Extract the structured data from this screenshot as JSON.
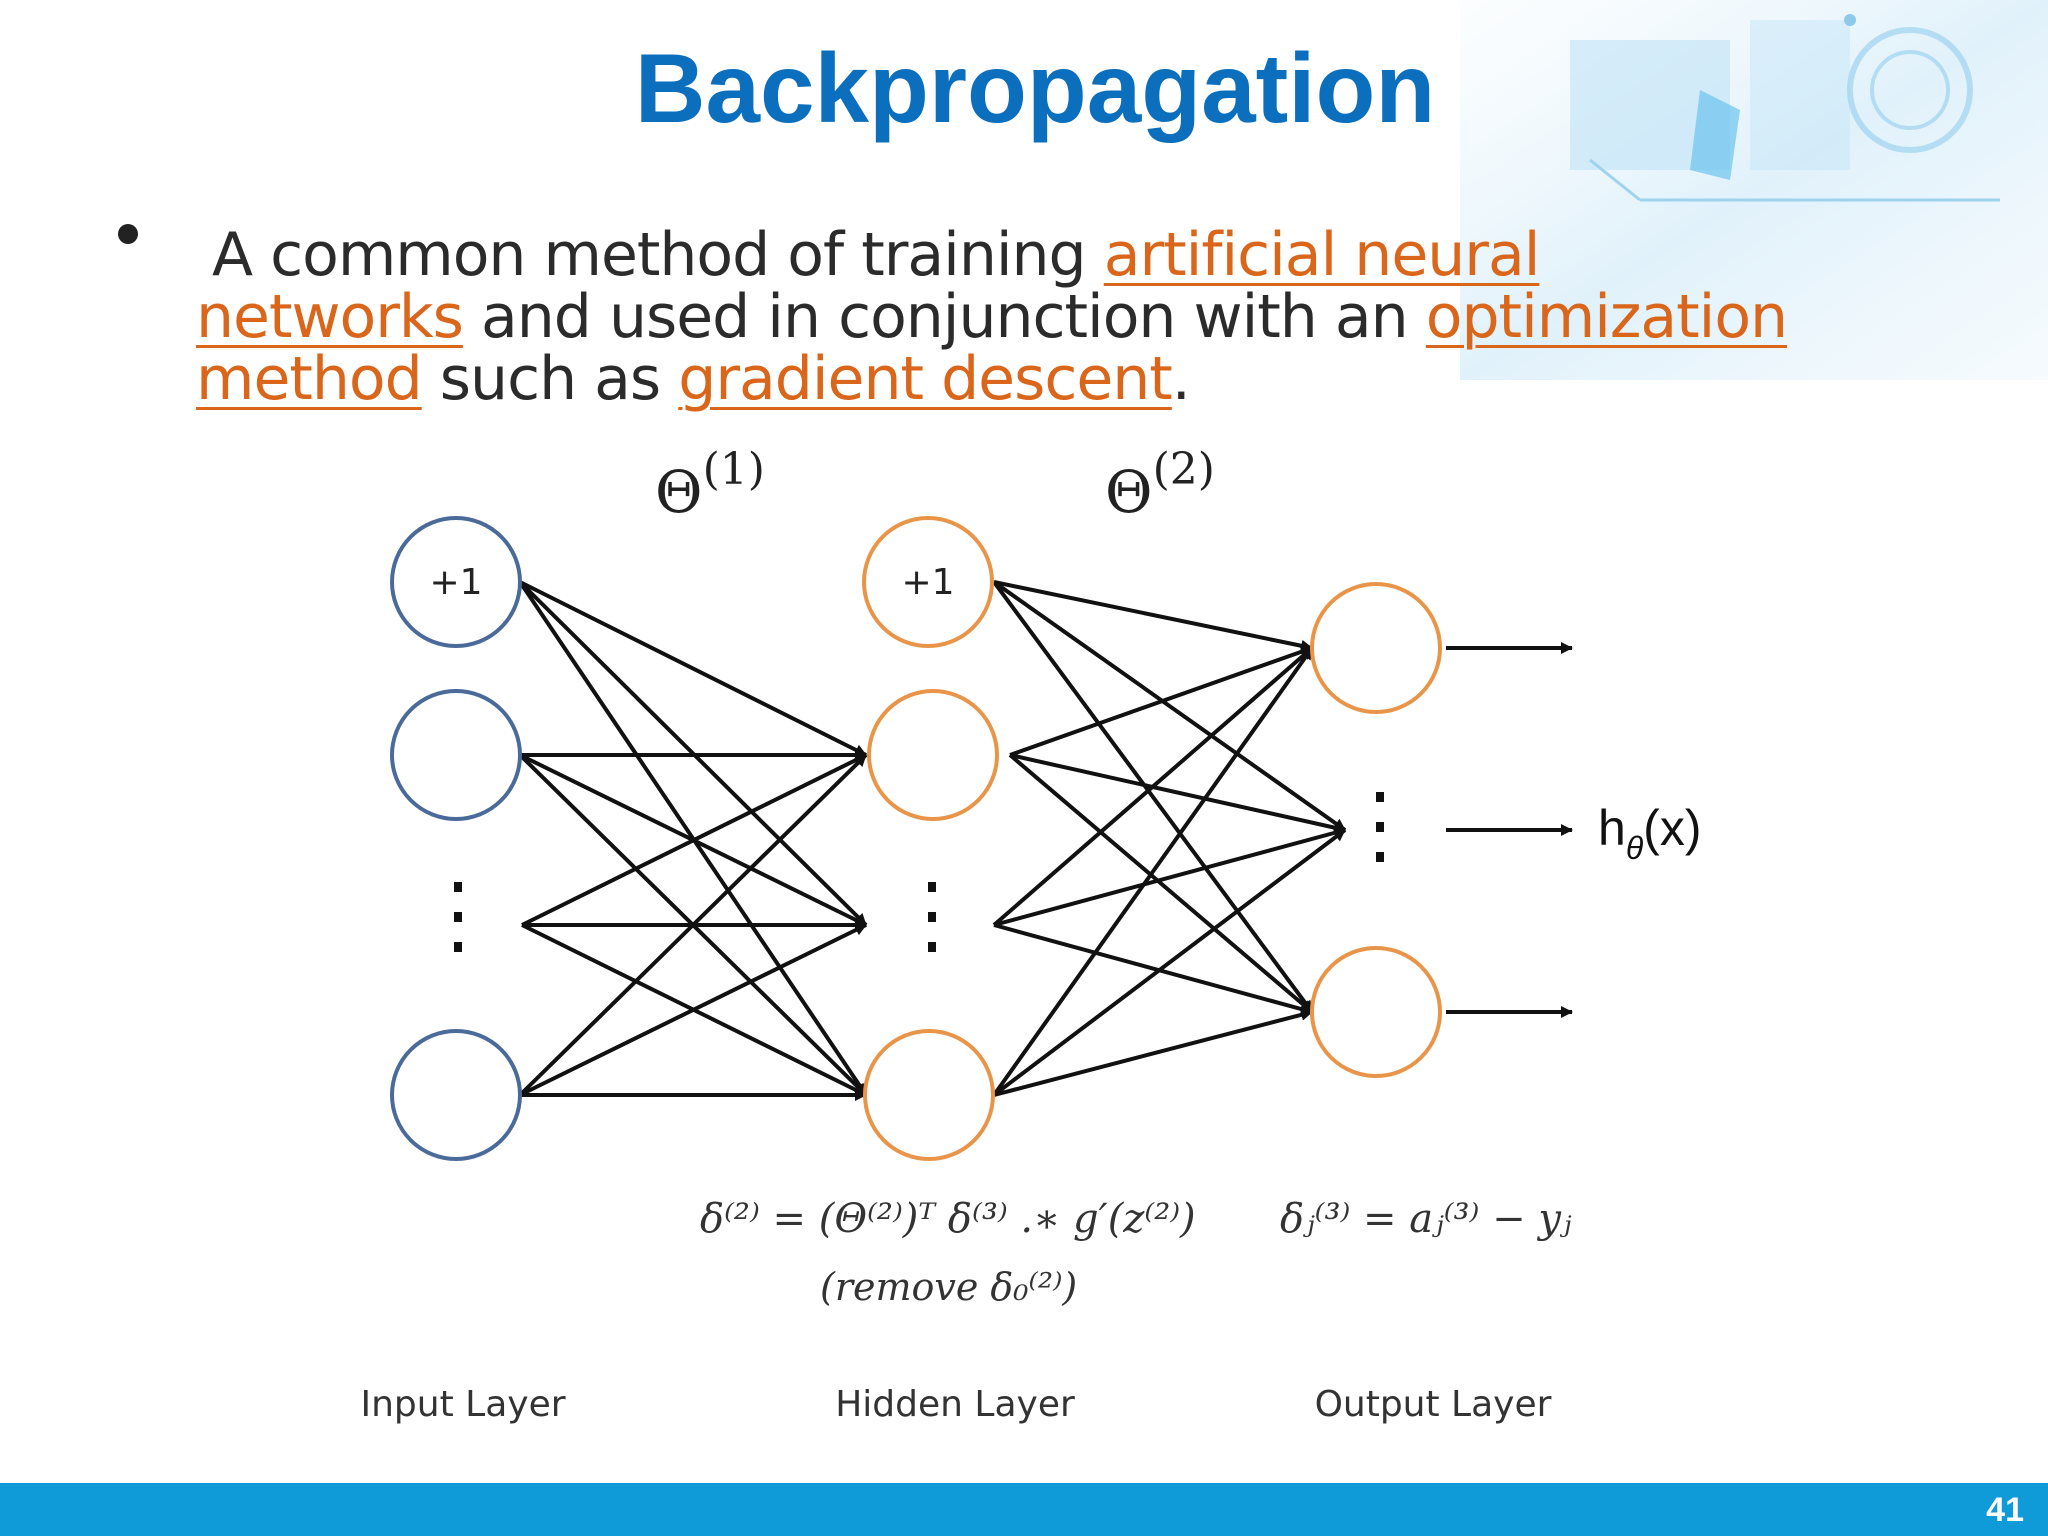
{
  "slide": {
    "title": "Backpropagation",
    "page_number": "41"
  },
  "bullet": {
    "line1_text": "A common method of training ",
    "link1": "artificial neural",
    "link1_cont": "networks",
    "line2_text": " and used in conjunction with an ",
    "link2": "optimization",
    "link2_cont": "method",
    "line3_text": " such as ",
    "link3": "gradient descent",
    "line3_end": "."
  },
  "diagram": {
    "theta1": {
      "base": "Θ",
      "sup": "(1)"
    },
    "theta2": {
      "base": "Θ",
      "sup": "(2)"
    },
    "bias_label": "+1",
    "output_label": {
      "h": "h",
      "sub": "θ",
      "arg": "(x)"
    },
    "layer_labels": {
      "input": "Input Layer",
      "hidden": "Hidden Layer",
      "output": "Output Layer"
    },
    "formulas": {
      "delta2": "δ⁽²⁾ = (Θ⁽²⁾)ᵀ δ⁽³⁾ .∗ g′(z⁽²⁾)",
      "remove": "(remove δ₀⁽²⁾)",
      "delta3": "δⱼ⁽³⁾ = aⱼ⁽³⁾ − yⱼ"
    },
    "colors": {
      "input_node": "#4a6a99",
      "hidden_node": "#e8954a",
      "output_node": "#e8954a",
      "edge": "#111111"
    }
  }
}
